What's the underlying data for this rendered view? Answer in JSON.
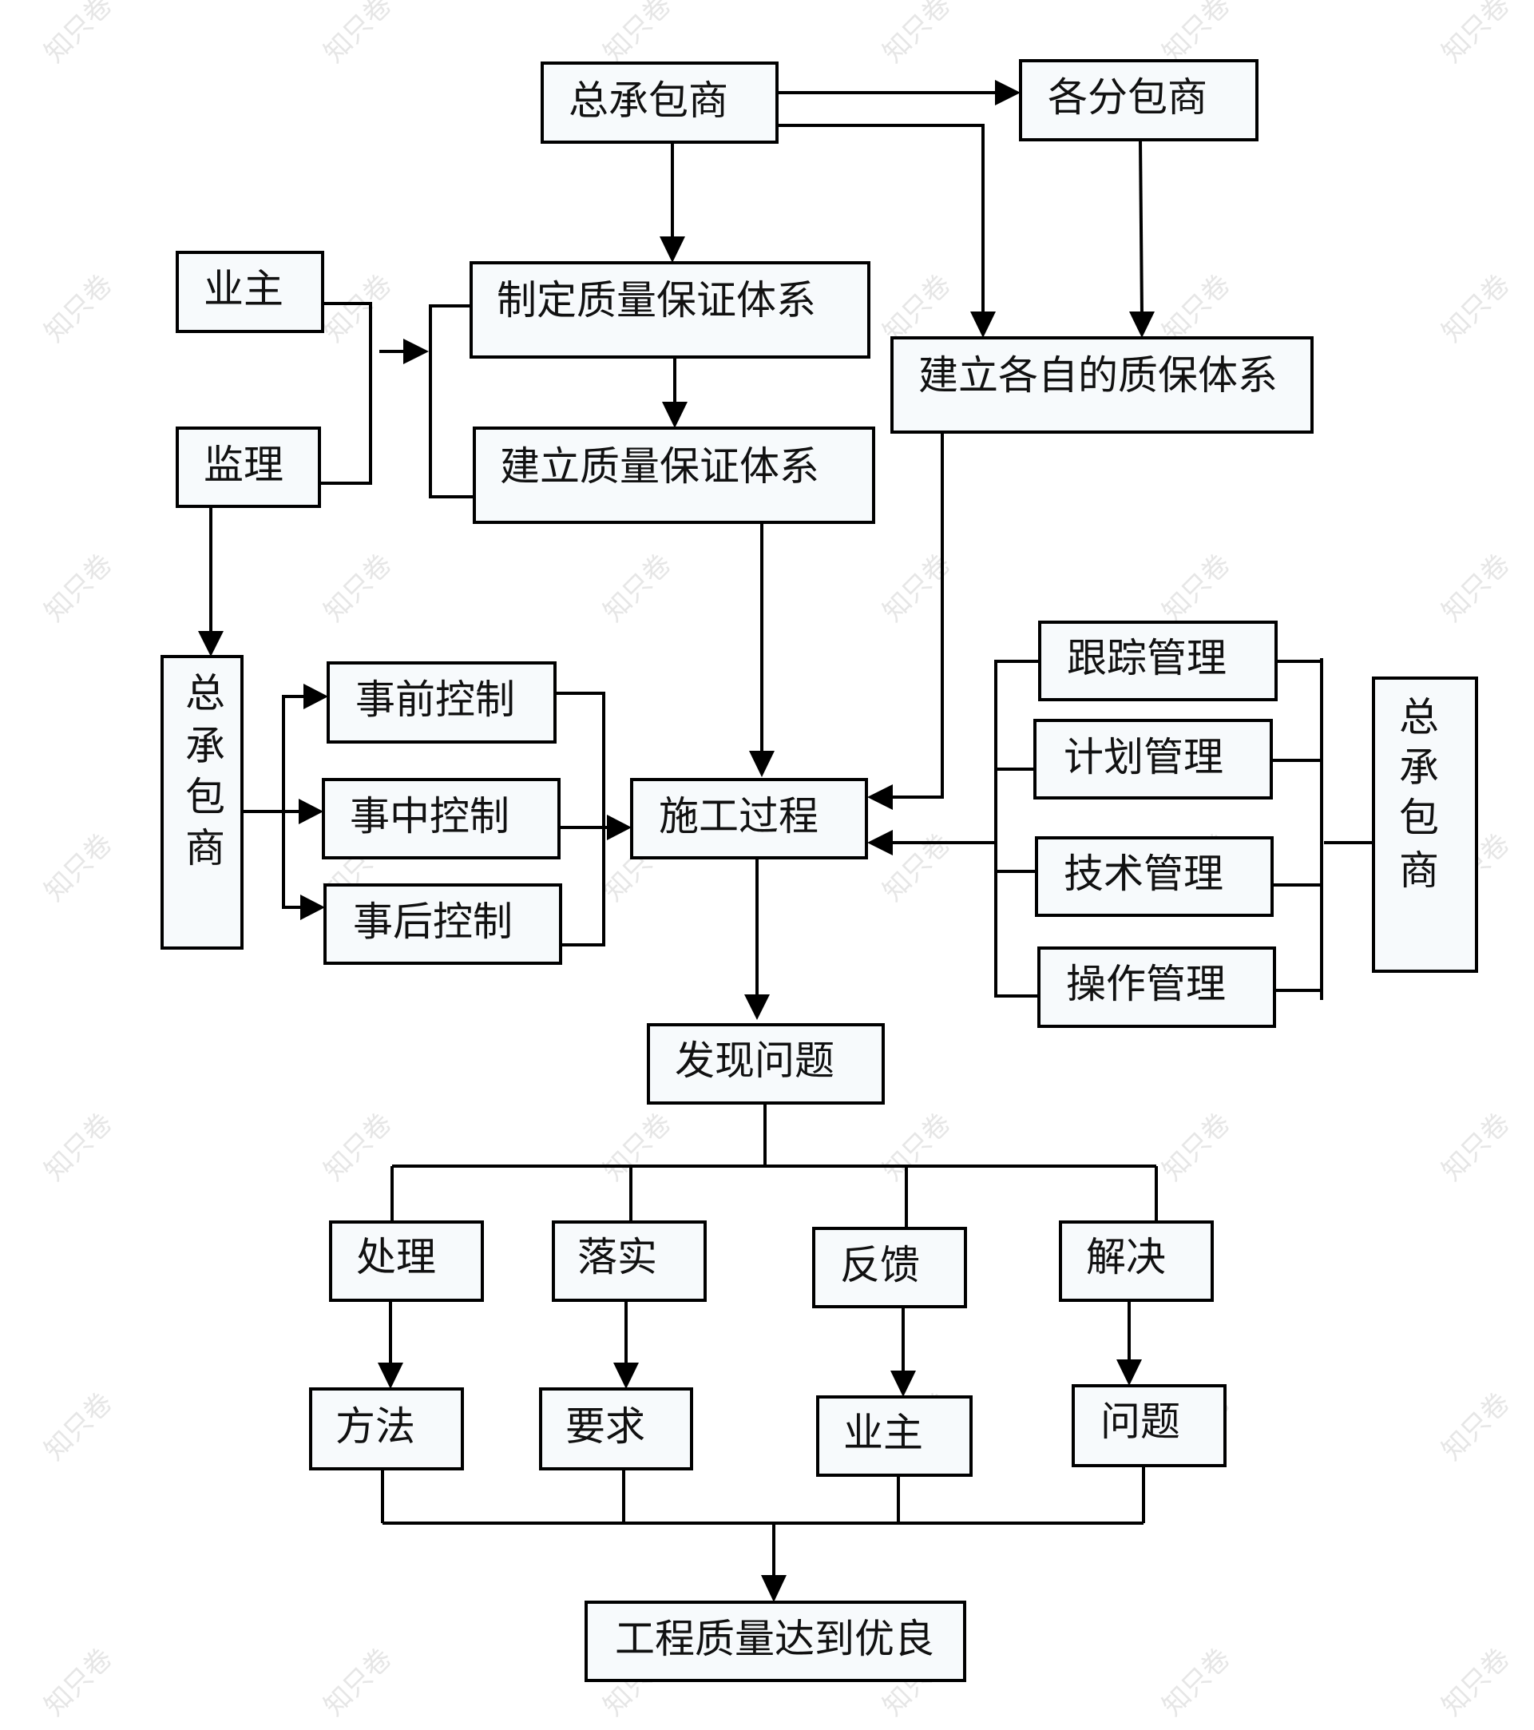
{
  "diagram": {
    "title": "工程质量保证体系流程图",
    "nodes": {
      "general_contractor_top": "总承包商",
      "subcontractors": "各分包商",
      "owner": "业主",
      "supervisor": "监理",
      "formulate_qa": "制定质量保证体系",
      "establish_qa": "建立质量保证体系",
      "establish_own_qa": "建立各自的质保体系",
      "general_contractor_left": [
        "总",
        "承",
        "包",
        "商"
      ],
      "pre_control": "事前控制",
      "mid_control": "事中控制",
      "post_control": "事后控制",
      "construction_process": "施工过程",
      "tracking_mgmt": "跟踪管理",
      "planning_mgmt": "计划管理",
      "technical_mgmt": "技术管理",
      "operation_mgmt": "操作管理",
      "general_contractor_right": [
        "总",
        "承",
        "包",
        "商"
      ],
      "find_problem": "发现问题",
      "handle": "处理",
      "implement": "落实",
      "feedback": "反馈",
      "resolve": "解决",
      "method": "方法",
      "requirement": "要求",
      "owner_2": "业主",
      "problem": "问题",
      "quality_excellent": "工程质量达到优良"
    },
    "edges": [
      [
        "总承包商",
        "各分包商"
      ],
      [
        "总承包商",
        "制定质量保证体系"
      ],
      [
        "总承包商",
        "建立各自的质保体系"
      ],
      [
        "各分包商",
        "建立各自的质保体系"
      ],
      [
        "业主+监理",
        "制定质量保证体系/建立质量保证体系"
      ],
      [
        "制定质量保证体系",
        "建立质量保证体系"
      ],
      [
        "建立质量保证体系",
        "施工过程"
      ],
      [
        "建立各自的质保体系",
        "施工过程"
      ],
      [
        "监理",
        "总承包商(左)"
      ],
      [
        "总承包商(左)",
        "事前控制/事中控制/事后控制"
      ],
      [
        "事前/事中/事后控制",
        "施工过程"
      ],
      [
        "总承包商(右) 跟踪/计划/技术/操作管理",
        "施工过程"
      ],
      [
        "施工过程",
        "发现问题"
      ],
      [
        "发现问题",
        "处理/落实/反馈/解决"
      ],
      [
        "处理",
        "方法"
      ],
      [
        "落实",
        "要求"
      ],
      [
        "反馈",
        "业主"
      ],
      [
        "解决",
        "问题"
      ],
      [
        "方法/要求/业主/问题",
        "工程质量达到优良"
      ]
    ],
    "watermark": "知只卷"
  }
}
